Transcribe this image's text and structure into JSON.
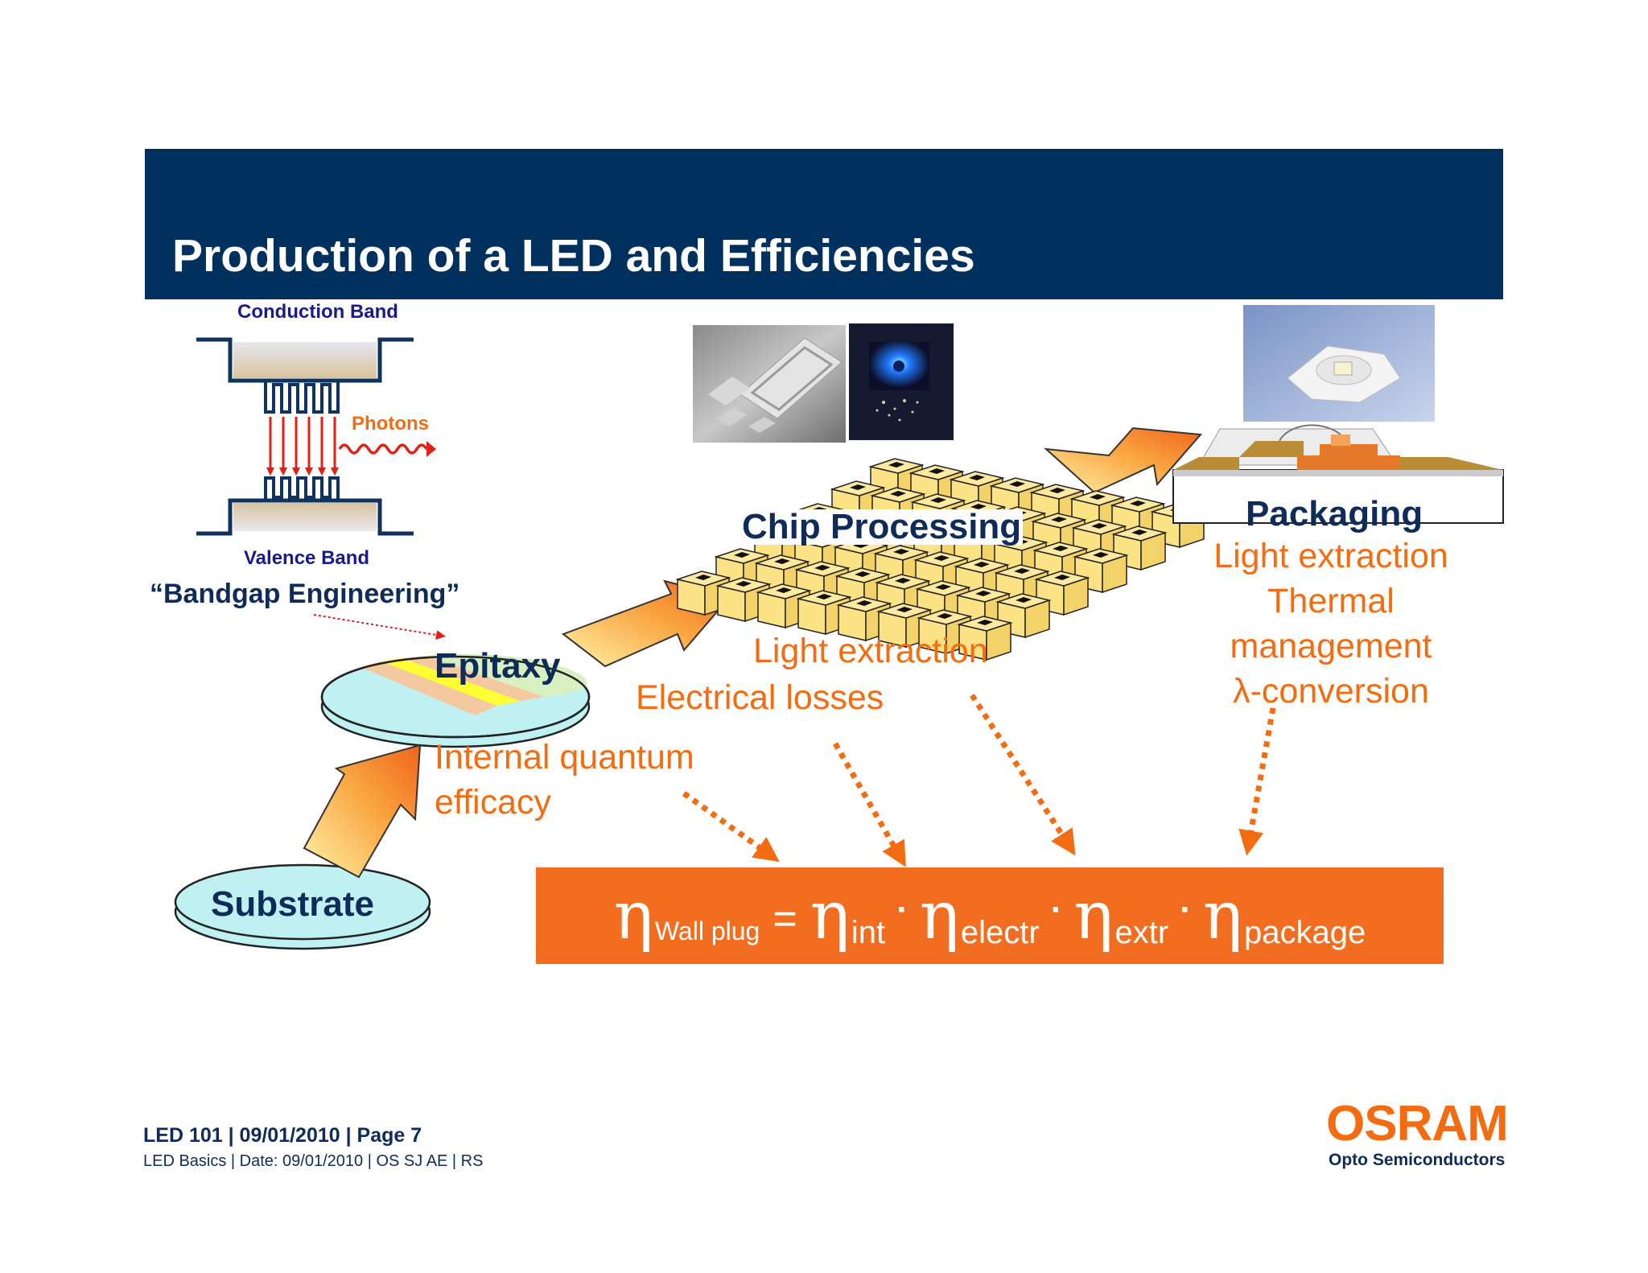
{
  "slide": {
    "title": "Production of a LED and Efficiencies"
  },
  "band_diagram": {
    "conduction_band": "Conduction Band",
    "valence_band": "Valence Band",
    "photons": "Photons",
    "caption": "“Bandgap Engineering”"
  },
  "steps": {
    "substrate": "Substrate",
    "epitaxy": "Epitaxy",
    "chip_processing": "Chip Processing",
    "packaging": "Packaging"
  },
  "efficiency_labels": {
    "internal_quantum_line1": "Internal quantum",
    "internal_quantum_line2": "efficacy",
    "electrical_losses": "Electrical losses",
    "light_extraction_chip": "Light extraction",
    "light_extraction_pkg": "Light extraction",
    "thermal_line1": "Thermal",
    "thermal_line2": "management",
    "lambda_conversion": "λ-conversion"
  },
  "formula": {
    "eta": "η",
    "wall_plug": "Wall plug",
    "equals": "=",
    "int": "int",
    "electr": "electr",
    "extr": "extr",
    "package": "package",
    "dot": "·"
  },
  "footer": {
    "line1": "LED 101  |  09/01/2010 |  Page 7",
    "line2": "LED Basics | Date: 09/01/2010 | OS SJ AE | RS"
  },
  "logo": {
    "brand": "OSRAM",
    "subtitle": "Opto Semiconductors"
  },
  "colors": {
    "navy": "#00305e",
    "orange": "#f26d1f",
    "cyan": "#bff0f2",
    "chip_yellow": "#fde9a0"
  }
}
